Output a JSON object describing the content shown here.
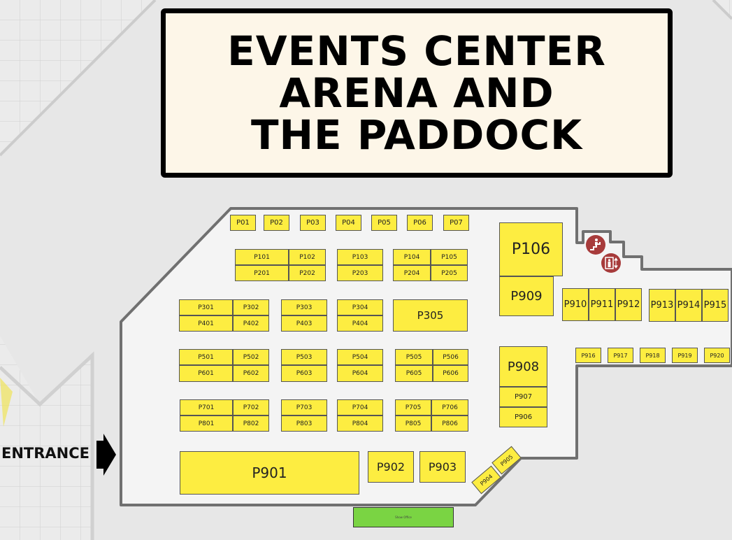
{
  "title": {
    "lines": [
      "EVENTS CENTER",
      "ARENA AND",
      "THE PADDOCK"
    ]
  },
  "entrance_label": "ENTRANCE",
  "green_area_label": "Show Office",
  "icons": {
    "stairs": "stairs-icon",
    "elevator": "elevator-icon"
  },
  "colors": {
    "booth": "#fded41",
    "green_area": "#7ad443",
    "amenity_icon": "#a73b3b",
    "floor": "#f4f4f4",
    "outline": "#707070"
  },
  "booths": [
    "P01",
    "P02",
    "P03",
    "P04",
    "P05",
    "P06",
    "P07",
    "P101",
    "P201",
    "P102",
    "P202",
    "P103",
    "P203",
    "P104",
    "P204",
    "P105",
    "P205",
    "P301",
    "P401",
    "P302",
    "P402",
    "P303",
    "P403",
    "P304",
    "P404",
    "P305",
    "P501",
    "P601",
    "P502",
    "P602",
    "P503",
    "P603",
    "P504",
    "P604",
    "P505",
    "P605",
    "P506",
    "P606",
    "P701",
    "P801",
    "P702",
    "P802",
    "P703",
    "P803",
    "P704",
    "P804",
    "P705",
    "P805",
    "P706",
    "P806",
    "P901",
    "P902",
    "P903",
    "P904",
    "P905",
    "P106",
    "P909",
    "P908",
    "P907",
    "P906",
    "P910",
    "P911",
    "P912",
    "P913",
    "P914",
    "P915",
    "P916",
    "P917",
    "P918",
    "P919",
    "P920"
  ]
}
